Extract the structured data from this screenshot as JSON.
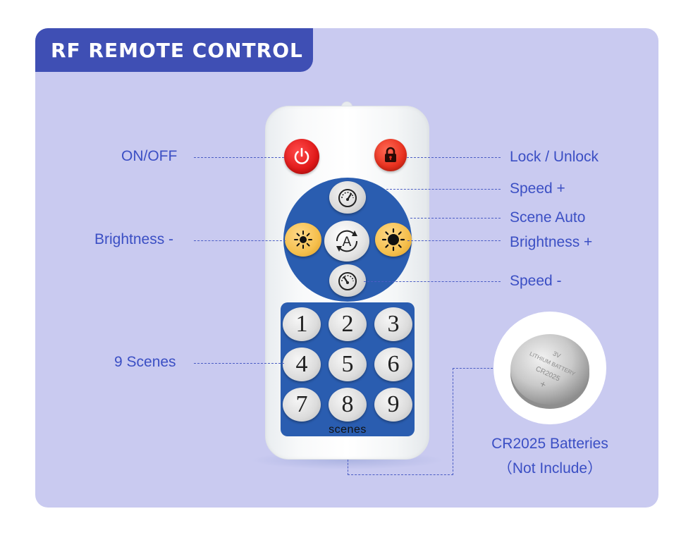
{
  "title": "RF REMOTE CONTROL",
  "labels": {
    "on_off": "ON/OFF",
    "lock_unlock": "Lock / Unlock",
    "speed_plus": "Speed +",
    "scene_auto": "Scene Auto",
    "brightness_minus": "Brightness -",
    "brightness_plus": "Brightness +",
    "speed_minus": "Speed -",
    "nine_scenes": "9 Scenes"
  },
  "keypad": {
    "numbers": [
      "1",
      "2",
      "3",
      "4",
      "5",
      "6",
      "7",
      "8",
      "9"
    ],
    "scenes_label": "scenes"
  },
  "battery": {
    "caption_line1": "CR2025 Batteries",
    "caption_line2": "（Not Include）",
    "engraving_model": "CR2025",
    "engraving_voltage": "3V",
    "engraving_type": "LITHIUM BATTERY"
  },
  "colors": {
    "panel_bg": "#c9caf0",
    "title_bg": "#3f4fb4",
    "label_text": "#3b4fc4",
    "remote_blue": "#2a5db0",
    "power_red": "#e01919",
    "sun_yellow": "#f5bf4c"
  },
  "icons": {
    "power": "power-icon",
    "lock": "lock-icon",
    "speed": "speedometer-icon",
    "auto": "auto-cycle-icon",
    "sun": "sun-icon"
  }
}
